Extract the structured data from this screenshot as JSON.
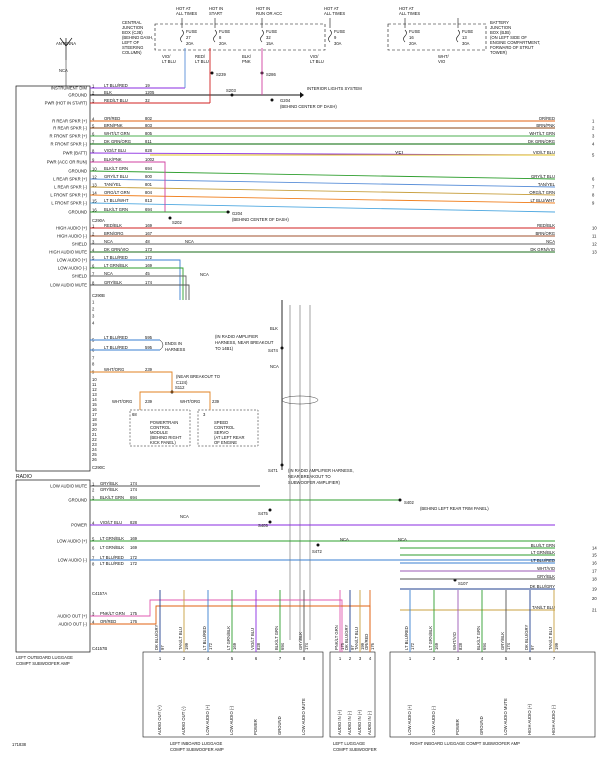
{
  "top_fuses": [
    {
      "hot": "HOT AT ALL TIMES",
      "fuse": "FUSE",
      "num": "27",
      "amp": "20A",
      "wire": "VIO/ LT BLU"
    },
    {
      "hot": "HOT IN START",
      "fuse": "FUSE",
      "num": "8",
      "amp": "20A",
      "wire": "RED/ LT BLU"
    },
    {
      "hot": "HOT IN RUN OR ACC",
      "fuse": "FUSE",
      "num": "32",
      "amp": "15A",
      "wire": "BLK/ PNK"
    },
    {
      "hot": "HOT AT ALL TIMES",
      "fuse": "FUSE",
      "num": "9",
      "amp": "30A",
      "wire": "VIO/ LT BLU"
    },
    {
      "hot": "HOT AT ALL TIMES",
      "fuse": "FUSE",
      "num": "16",
      "amp": "20A",
      "wire": ""
    },
    {
      "hot": "",
      "fuse": "FUSE",
      "num": "13",
      "amp": "30A",
      "wire": "WHT/ VIO"
    }
  ],
  "cjb_label": [
    "CENTRAL",
    "JUNCTION",
    "BOX (CJB)",
    "(BEHIND DASH,",
    "LEFT OF",
    "STEERING",
    "COLUMN)"
  ],
  "bjb_label": [
    "BATTERY",
    "JUNCTION",
    "BOX (BJB)",
    "(ON LEFT SIDE OF",
    "ENGINE COMPARTMENT,",
    "FORWARD OF STRUT",
    "TOWER)"
  ],
  "antenna": {
    "label": "ANTENNA",
    "nca": "NCA"
  },
  "radio": {
    "label": "RADIO",
    "c290a": "C290A",
    "c290b": "C290B",
    "c290c": "C290C"
  },
  "splices": {
    "s239": "S239",
    "s286": "S286",
    "s203": "S203",
    "g204a": "G204",
    "g204a_note": "(BEHIND CENTER OF DASH)",
    "s202": "S202",
    "g204b": "G204",
    "g204b_note": "(BEHIND CENTER OF DASH)",
    "s474": "S474",
    "s471": "S471",
    "s402": "S402",
    "s402_note": "(BEHIND LEFT REAR TRIM PANEL)",
    "s475": "S475",
    "s405": "S405",
    "s472": "S472",
    "s107": "S107"
  },
  "interior_lights": "INTERIOR LIGHTS SYSTEM",
  "c290a_pins": [
    {
      "label": "INSTRUMENT DIM",
      "pin": "1",
      "color": "LT BLU/RED",
      "circuit": "19"
    },
    {
      "label": "GROUND",
      "pin": "2",
      "color": "BLK",
      "circuit": "1205"
    },
    {
      "label": "PWR (HOT IN START)",
      "pin": "3",
      "color": "RED/LT BLU",
      "circuit": "32"
    },
    {
      "label": "R REAR SPKR (+)",
      "pin": "4",
      "color": "OR/RED",
      "circuit": "802"
    },
    {
      "label": "R REAR SPKR (-)",
      "pin": "5",
      "color": "BRN/PNK",
      "circuit": "803"
    },
    {
      "label": "R FRONT SPKR (+)",
      "pin": "6",
      "color": "WHT/LT GRN",
      "circuit": "805"
    },
    {
      "label": "R FRONT SPKR (-)",
      "pin": "7",
      "color": "DK GRN/ORG",
      "circuit": "811"
    },
    {
      "label": "PWR (BATT)",
      "pin": "8",
      "color": "VIO/LT BLU",
      "circuit": "828"
    },
    {
      "label": "PWR (ACC OR RUN)",
      "pin": "9",
      "color": "BLK/PNK",
      "circuit": "1002"
    },
    {
      "label": "GROUND",
      "pin": "10",
      "color": "BLK/LT GRN",
      "circuit": "694"
    },
    {
      "label": "L REAR SPKR (+)",
      "pin": "12",
      "color": "GRY/LT BLU",
      "circuit": "800"
    },
    {
      "label": "L REAR SPKR (-)",
      "pin": "13",
      "color": "TAN/YEL",
      "circuit": "801"
    },
    {
      "label": "L FRONT SPKR (+)",
      "pin": "14",
      "color": "ORG/LT GRN",
      "circuit": "804"
    },
    {
      "label": "L FRONT SPKR (-)",
      "pin": "15",
      "color": "LT BLU/WHT",
      "circuit": "813"
    },
    {
      "label": "GROUND",
      "pin": "16",
      "color": "BLK/LT GRN",
      "circuit": "694"
    }
  ],
  "right_a": [
    {
      "color": "OR/RED",
      "pin": "1"
    },
    {
      "color": "BRN/PNK",
      "pin": "2"
    },
    {
      "color": "WHT/LT GRN",
      "pin": "3"
    },
    {
      "color": "DK GRN/ORG",
      "pin": "4"
    },
    {
      "color": "VIO/LT BLU",
      "pin": "5"
    },
    {
      "color": "GRY/LT BLU",
      "pin": "6"
    },
    {
      "color": "TAN/YEL",
      "pin": "7"
    },
    {
      "color": "ORG/LT GRN",
      "pin": "8"
    },
    {
      "color": "LT BLU/WHT",
      "pin": "9"
    }
  ],
  "yel": "YEL",
  "c290b_pins": [
    {
      "label": "HIGH AUDIO (+)",
      "pin": "1",
      "color": "RED/BLK",
      "circuit": "169"
    },
    {
      "label": "HIGH AUDIO (-)",
      "pin": "2",
      "color": "BRN/ORG",
      "circuit": "167"
    },
    {
      "label": "SHIELD",
      "pin": "3",
      "color": "NCA",
      "circuit": "48"
    },
    {
      "label": "HIGH AUDIO MUTE",
      "pin": "4",
      "color": "DK GRN/VIO",
      "circuit": "173"
    },
    {
      "label": "LOW AUDIO (+)",
      "pin": "5",
      "color": "LT BLU/RED",
      "circuit": "172"
    },
    {
      "label": "LOW AUDIO (-)",
      "pin": "6",
      "color": "LT GRN/BLK",
      "circuit": "169"
    },
    {
      "label": "SHIELD",
      "pin": "7",
      "color": "NCA",
      "circuit": "45"
    },
    {
      "label": "LOW AUDIO MUTE",
      "pin": "8",
      "color": "GRY/BLK",
      "circuit": "174"
    }
  ],
  "right_b": [
    {
      "color": "RED/BLK",
      "pin": "10"
    },
    {
      "color": "BRN/ORG",
      "pin": "11"
    },
    {
      "color": "NCA",
      "pin": "12"
    },
    {
      "color": "DK GRN/VIO",
      "pin": "13"
    }
  ],
  "c290c": {
    "rows": [
      {
        "pin": "1"
      },
      {
        "pin": "2"
      },
      {
        "pin": "3"
      },
      {
        "pin": "4"
      },
      {
        "pin": "5",
        "color": "LT BLU/RED",
        "circuit": "595"
      },
      {
        "pin": "6",
        "color": "LT BLU/RED",
        "circuit": "595"
      },
      {
        "pin": "7"
      },
      {
        "pin": "8"
      },
      {
        "pin": "9",
        "color": "WHT/ORG",
        "circuit": "239"
      }
    ],
    "extra_pins": [
      "10",
      "11",
      "12",
      "13",
      "14",
      "15",
      "16",
      "17",
      "18",
      "19",
      "20",
      "21",
      "22",
      "23",
      "24",
      "25",
      "26"
    ],
    "ends": "ENDS IN HARNESS",
    "near": "(NEAR BREAKOUT TO C124)",
    "s112": "S112",
    "pcm": "POWERTRAIN CONTROL MODULE (BEHIND RIGHT KICK PANEL)",
    "pcm_wire": "WHT/ORG",
    "pcm_circ": "239",
    "pcm_pin": "68",
    "servo": "SPEED CONTROL SERVO (AT LEFT REAR OF ENGINE COMPARTMENT)",
    "servo_wire": "WHT/ORG",
    "servo_circ": "239",
    "servo_pin": "3"
  },
  "amp_notes": {
    "s474": "(IN RADIO AMPLIFIER HARNESS, NEAR BREAKOUT TO 14B1)",
    "s471": "(IN RADIO AMPLIFIER HARNESS, NEAR BREAKOUT TO SUBWOOFER AMPLIFIER)",
    "blk": "BLK",
    "nca": "NCA"
  },
  "c4157a_pins": [
    {
      "label": "LOW AUDIO MUTE",
      "pin": "1",
      "color": "GRY/BLK",
      "circuit": "174"
    },
    {
      "label": "",
      "pin": "2",
      "color": "GRY/BLK",
      "circuit": "174"
    },
    {
      "label": "GROUND",
      "pin": "3",
      "color": "BLK/LT GRN",
      "circuit": "694"
    },
    {
      "label": "POWER",
      "pin": "4",
      "color": "VIO/LT BLU",
      "circuit": "828"
    },
    {
      "label": "LOW AUDIO (+)",
      "pin": "5",
      "color": "LT GRN/BLK",
      "circuit": "169"
    },
    {
      "label": "",
      "pin": "6",
      "color": "LT GRN/BLK",
      "circuit": "169"
    },
    {
      "label": "LOW AUDIO (-)",
      "pin": "7",
      "color": "LT BLU/RED",
      "circuit": "172"
    },
    {
      "label": "",
      "pin": "8",
      "color": "LT BLU/RED",
      "circuit": "172"
    }
  ],
  "c4157a": "C4157A",
  "c4157b": "C4157B",
  "c4157b_pins": [
    {
      "label": "AUDIO OUT (+)",
      "pin": "3",
      "color": "PNK/LT GRN",
      "circuit": "175"
    },
    {
      "label": "AUDIO OUT (-)",
      "pin": "4",
      "color": "OR/RED",
      "circuit": "176"
    }
  ],
  "left_amp_label": [
    "LEFT OUTBOARD LUGGAGE",
    "COMPT SUBWOOFER AMP"
  ],
  "right_c": [
    {
      "color": "BLU/LT GRN",
      "pin": "14"
    },
    {
      "color": "LT GRN/BLK",
      "pin": "15"
    },
    {
      "color": "LT BLU/RED",
      "pin": "16"
    },
    {
      "color": "WHT/VIO",
      "pin": "17"
    },
    {
      "color": "GRY/BLK",
      "pin": "18"
    },
    {
      "color": "DK BLU/GRY",
      "pin": "19"
    },
    {
      "color": "TAN/LT BLU",
      "pin": "21"
    }
  ],
  "pin_20": "20",
  "box1": {
    "label": [
      "LEFT INBOARD LUGGAGE",
      "COMPT SUBWOOFER AMP"
    ],
    "terms": [
      "AUDIO OUT (+)",
      "AUDIO OUT (-)",
      "LOW AUDIO (+)",
      "LOW AUDIO (-)",
      "POWER",
      "GROUND",
      "LOW AUDIO MUTE"
    ],
    "wires": [
      "DK BLU/GRY",
      "TAN/LT BLU",
      "LT BLU/RED",
      "LT GRN/BLK",
      "VIO/LT BLU",
      "BLK/LT GRN",
      "GRY/BLK"
    ],
    "circuits": [
      "97",
      "199",
      "172",
      "169",
      "828",
      "694",
      "174"
    ],
    "pins": [
      "1",
      "2",
      "4",
      "5",
      "6",
      "7",
      "8"
    ]
  },
  "box2": {
    "label": [
      "LEFT LUGGAGE",
      "COMPT SUBWOOFER"
    ],
    "terms": [
      "AUDIO IN (+)",
      "AUDIO IN (-)",
      "AUDIO IN (+)",
      "AUDIO IN (-)"
    ],
    "wires": [
      "PNK/LT GRN",
      "DK BLU/GRY",
      "TAN/LT BLU",
      "OR/RED"
    ],
    "circuits": [
      "175",
      "97",
      "199",
      "176"
    ],
    "pins": [
      "1",
      "2",
      "3",
      "4"
    ]
  },
  "box3": {
    "label": [
      "RIGHT INBOARD LUGGAGE COMPT SUBWOOFER AMP"
    ],
    "terms": [
      "LOW AUDIO (+)",
      "LOW AUDIO (-)",
      "POWER",
      "GROUND",
      "LOW AUDIO MUTE",
      "HIGH AUDIO (+)",
      "HIGH AUDIO (-)"
    ],
    "wires": [
      "LT BLU/RED",
      "LT GRN/BLK",
      "WHT/VIO",
      "BLK/LT GRN",
      "GRY/BLK",
      "DK BLU/GRY",
      "TAN/LT BLU"
    ],
    "circuits": [
      "172",
      "169",
      "828",
      "694",
      "174",
      "97",
      "199"
    ],
    "pins": [
      "1",
      "2",
      "3",
      "4",
      "5",
      "6",
      "7"
    ]
  },
  "fig_id": "171838"
}
